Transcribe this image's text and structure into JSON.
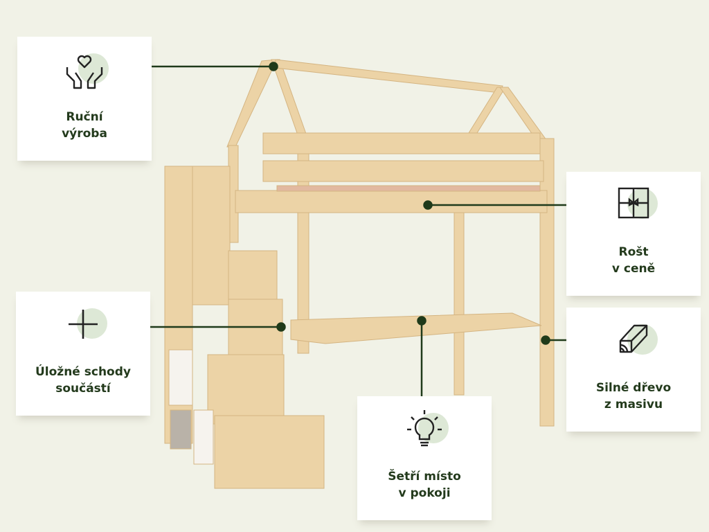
{
  "colors": {
    "background": "#f1f2e7",
    "accent": "#233a1c",
    "wood": "#ecd3a6",
    "icon_blob": "#dde8d6"
  },
  "features": [
    {
      "icon": "hands-heart-icon",
      "line1": "Ruční",
      "line2": "výroba"
    },
    {
      "icon": "plus-icon",
      "line1": "Úložné schody",
      "line2": "součástí"
    },
    {
      "icon": "lightbulb-icon",
      "line1": "Šetří místo",
      "line2": "v pokoji"
    },
    {
      "icon": "gift-icon",
      "line1": "Rošt",
      "line2": "v ceně"
    },
    {
      "icon": "wood-log-icon",
      "line1": "Silné dřevo",
      "line2": "z masivu"
    }
  ]
}
